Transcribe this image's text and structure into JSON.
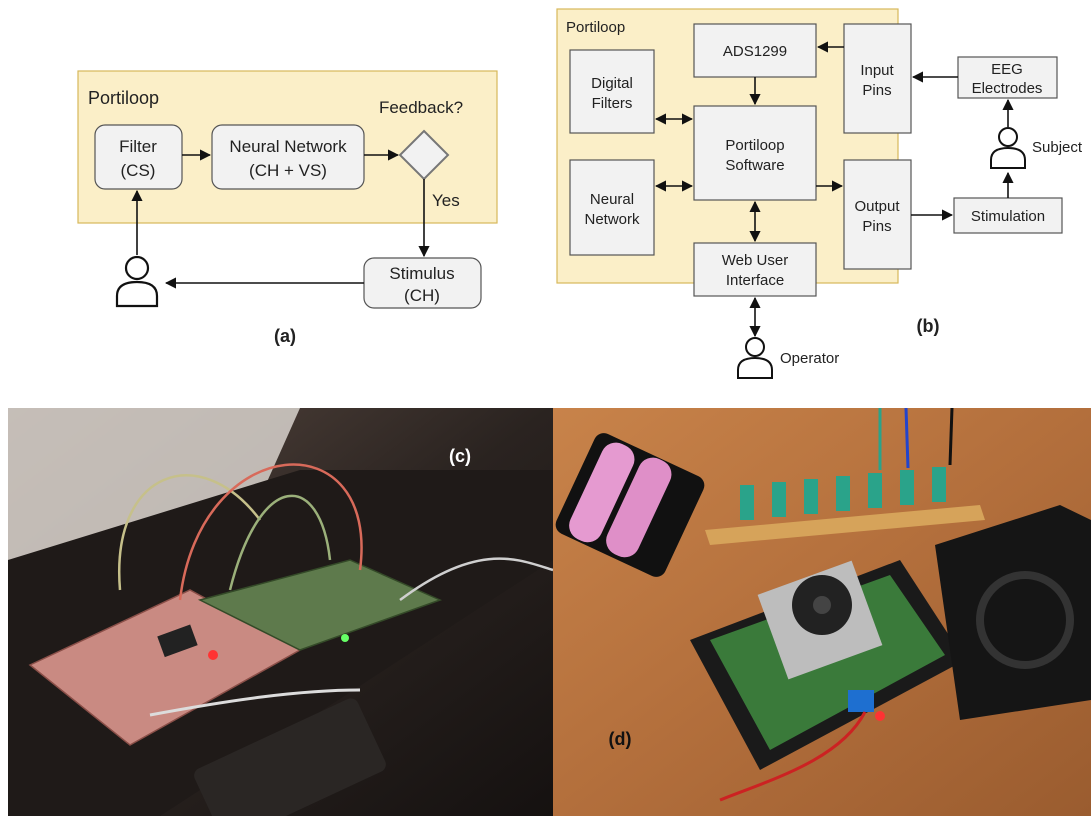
{
  "panel_a": {
    "container_label": "Portiloop",
    "filter": {
      "line1": "Filter",
      "line2": "(CS)"
    },
    "network": {
      "line1": "Neural Network",
      "line2": "(CH + VS)"
    },
    "decision_label": "Feedback?",
    "yes_label": "Yes",
    "stimulus": {
      "line1": "Stimulus",
      "line2": "(CH)"
    },
    "caption": "(a)"
  },
  "panel_b": {
    "container_label": "Portiloop",
    "ads": "ADS1299",
    "digital_filters": {
      "line1": "Digital",
      "line2": "Filters"
    },
    "neural_network": {
      "line1": "Neural",
      "line2": "Network"
    },
    "software": {
      "line1": "Portiloop",
      "line2": "Software"
    },
    "web_ui": {
      "line1": "Web User",
      "line2": "Interface"
    },
    "input_pins": {
      "line1": "Input",
      "line2": "Pins"
    },
    "output_pins": {
      "line1": "Output",
      "line2": "Pins"
    },
    "eeg": {
      "line1": "EEG",
      "line2": "Electrodes"
    },
    "stimulation": "Stimulation",
    "subject_label": "Subject",
    "operator_label": "Operator",
    "caption": "(b)"
  },
  "panel_c": {
    "caption": "(c)"
  },
  "panel_d": {
    "caption": "(d)"
  },
  "colors": {
    "container_fill": "#fbefc8",
    "container_stroke": "#d7b85a",
    "box_fill": "#f2f2f2",
    "box_stroke": "#555555"
  }
}
